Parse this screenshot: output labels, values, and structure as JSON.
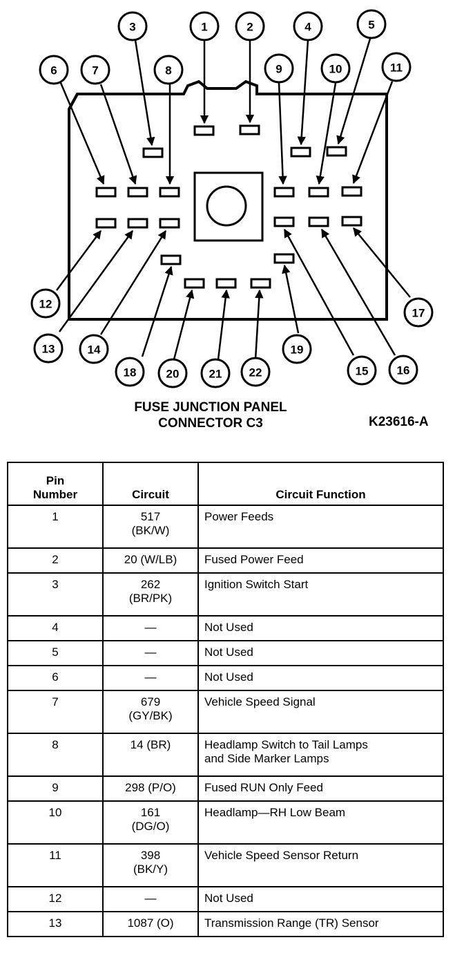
{
  "figure": {
    "caption_line1": "FUSE JUNCTION PANEL",
    "caption_line2": "CONNECTOR C3",
    "figure_id": "K23616-A",
    "callouts": [
      "1",
      "2",
      "3",
      "4",
      "5",
      "6",
      "7",
      "8",
      "9",
      "10",
      "11",
      "12",
      "13",
      "14",
      "15",
      "16",
      "17",
      "18",
      "19",
      "20",
      "21",
      "22"
    ]
  },
  "table": {
    "headers": {
      "pin": "Pin\nNumber",
      "circuit": "Circuit",
      "function": "Circuit Function"
    },
    "rows": [
      {
        "pin": "1",
        "circuit": "517\n(BK/W)",
        "function": "Power Feeds"
      },
      {
        "pin": "2",
        "circuit": "20 (W/LB)",
        "function": "Fused Power Feed"
      },
      {
        "pin": "3",
        "circuit": "262\n(BR/PK)",
        "function": "Ignition Switch Start"
      },
      {
        "pin": "4",
        "circuit": "—",
        "function": "Not Used"
      },
      {
        "pin": "5",
        "circuit": "—",
        "function": "Not Used"
      },
      {
        "pin": "6",
        "circuit": "—",
        "function": "Not Used"
      },
      {
        "pin": "7",
        "circuit": "679\n(GY/BK)",
        "function": "Vehicle Speed Signal"
      },
      {
        "pin": "8",
        "circuit": "14 (BR)",
        "function": "Headlamp Switch to Tail Lamps\nand Side Marker Lamps"
      },
      {
        "pin": "9",
        "circuit": "298 (P/O)",
        "function": "Fused RUN Only Feed"
      },
      {
        "pin": "10",
        "circuit": "161\n(DG/O)",
        "function": "Headlamp—RH Low Beam"
      },
      {
        "pin": "11",
        "circuit": "398\n(BK/Y)",
        "function": "Vehicle Speed Sensor Return"
      },
      {
        "pin": "12",
        "circuit": "—",
        "function": "Not Used"
      },
      {
        "pin": "13",
        "circuit": "1087 (O)",
        "function": "Transmission Range (TR) Sensor"
      }
    ]
  }
}
